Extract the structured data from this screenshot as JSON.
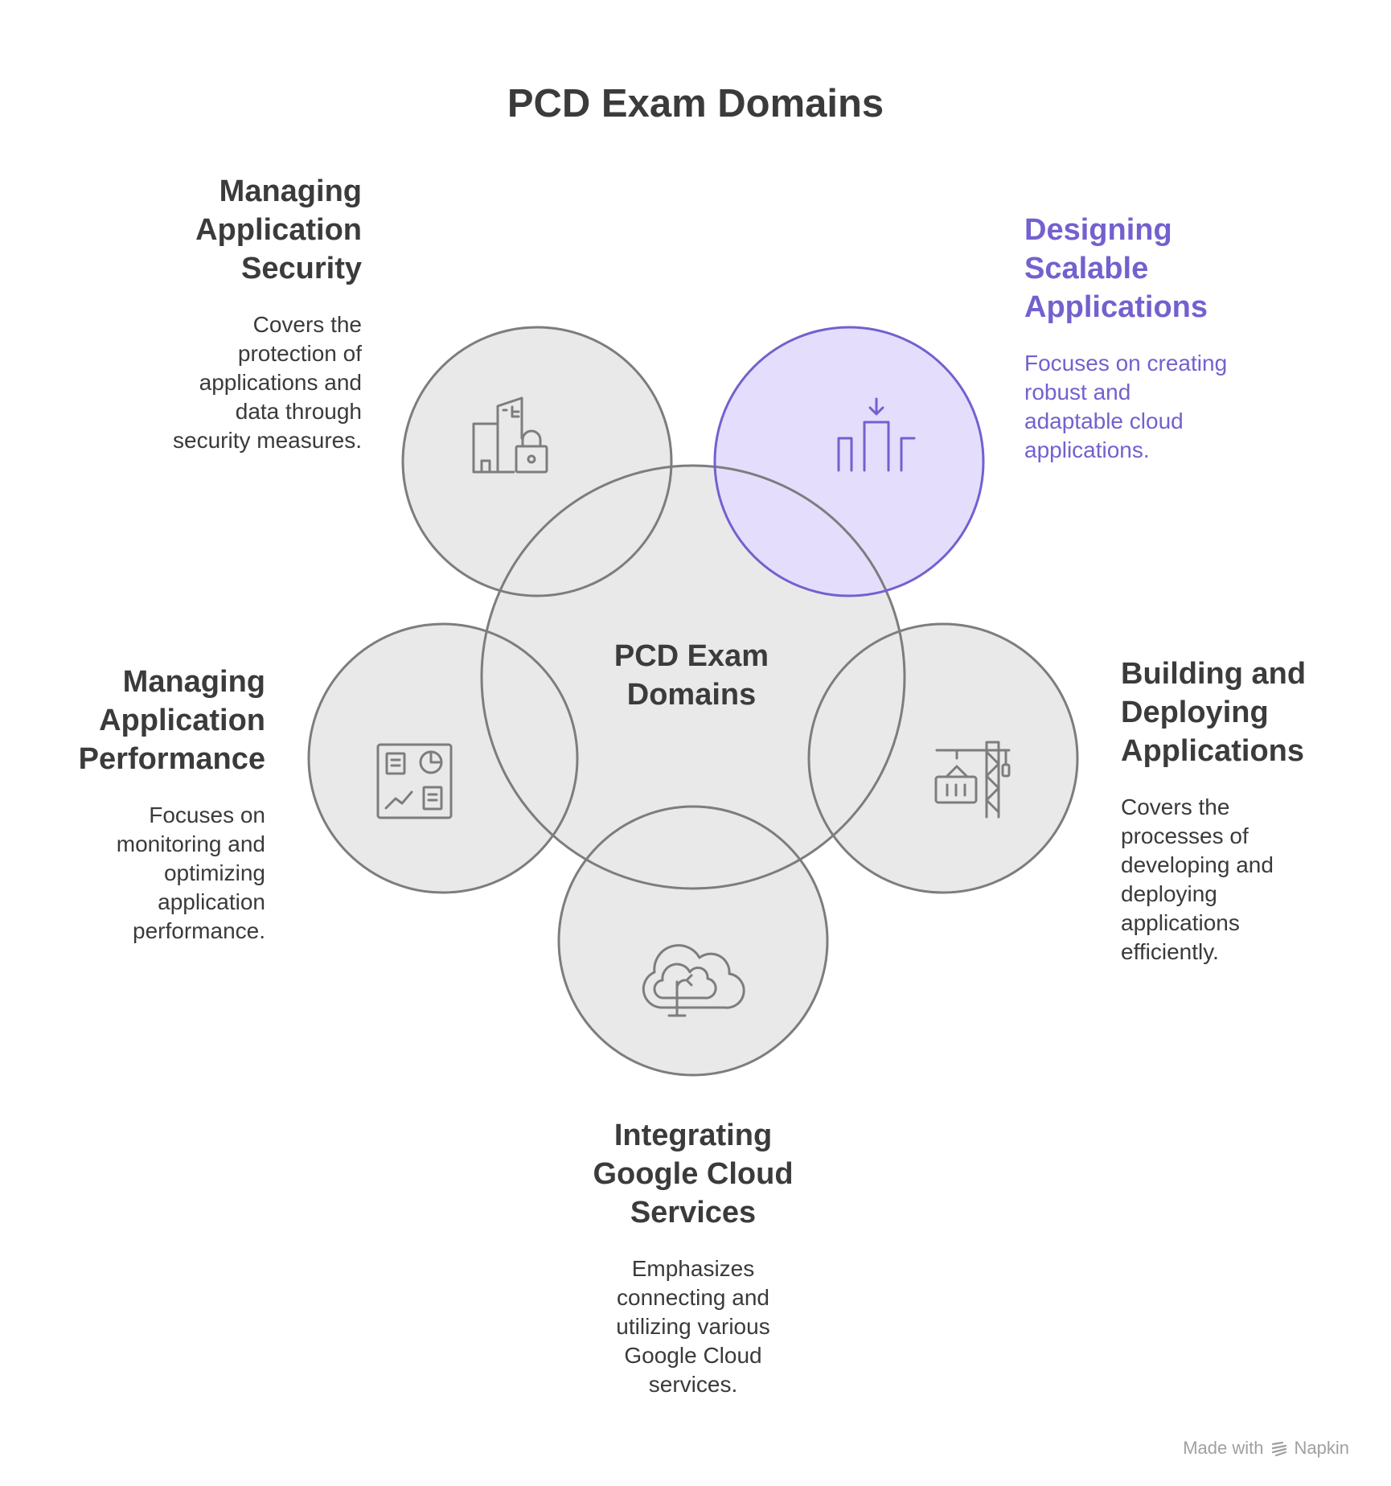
{
  "title": "PCD Exam Domains",
  "center_label_lines": [
    "PCD Exam",
    "Domains"
  ],
  "colors": {
    "circle_fill": "#e9e9e9",
    "circle_stroke": "#7d7d7d",
    "accent_fill": "#e4defc",
    "accent_stroke": "#7460cf",
    "text": "#3b3b3b"
  },
  "domains": {
    "security": {
      "title_lines": [
        "Managing",
        "Application",
        "Security"
      ],
      "desc_lines": [
        "Covers the",
        "protection of",
        "applications and",
        "data through",
        "security measures."
      ],
      "icon": "building-lock-icon"
    },
    "scalable": {
      "title_lines": [
        "Designing",
        "Scalable",
        "Applications"
      ],
      "desc_lines": [
        "Focuses on creating",
        "robust and",
        "adaptable cloud",
        "applications."
      ],
      "icon": "scale-down-columns-icon",
      "highlighted": true
    },
    "performance": {
      "title_lines": [
        "Managing",
        "Application",
        "Performance"
      ],
      "desc_lines": [
        "Focuses on",
        "monitoring and",
        "optimizing",
        "application",
        "performance."
      ],
      "icon": "dashboard-icon"
    },
    "deploying": {
      "title_lines": [
        "Building and",
        "Deploying",
        "Applications"
      ],
      "desc_lines": [
        "Covers the",
        "processes of",
        "developing and",
        "deploying",
        "applications",
        "efficiently."
      ],
      "icon": "crane-container-icon"
    },
    "integrating": {
      "title_lines": [
        "Integrating",
        "Google Cloud",
        "Services"
      ],
      "desc_lines": [
        "Emphasizes",
        "connecting and",
        "utilizing various",
        "Google Cloud",
        "services."
      ],
      "icon": "cloud-sync-icon"
    }
  },
  "footer": {
    "made_with": "Made with",
    "brand": "Napkin"
  }
}
